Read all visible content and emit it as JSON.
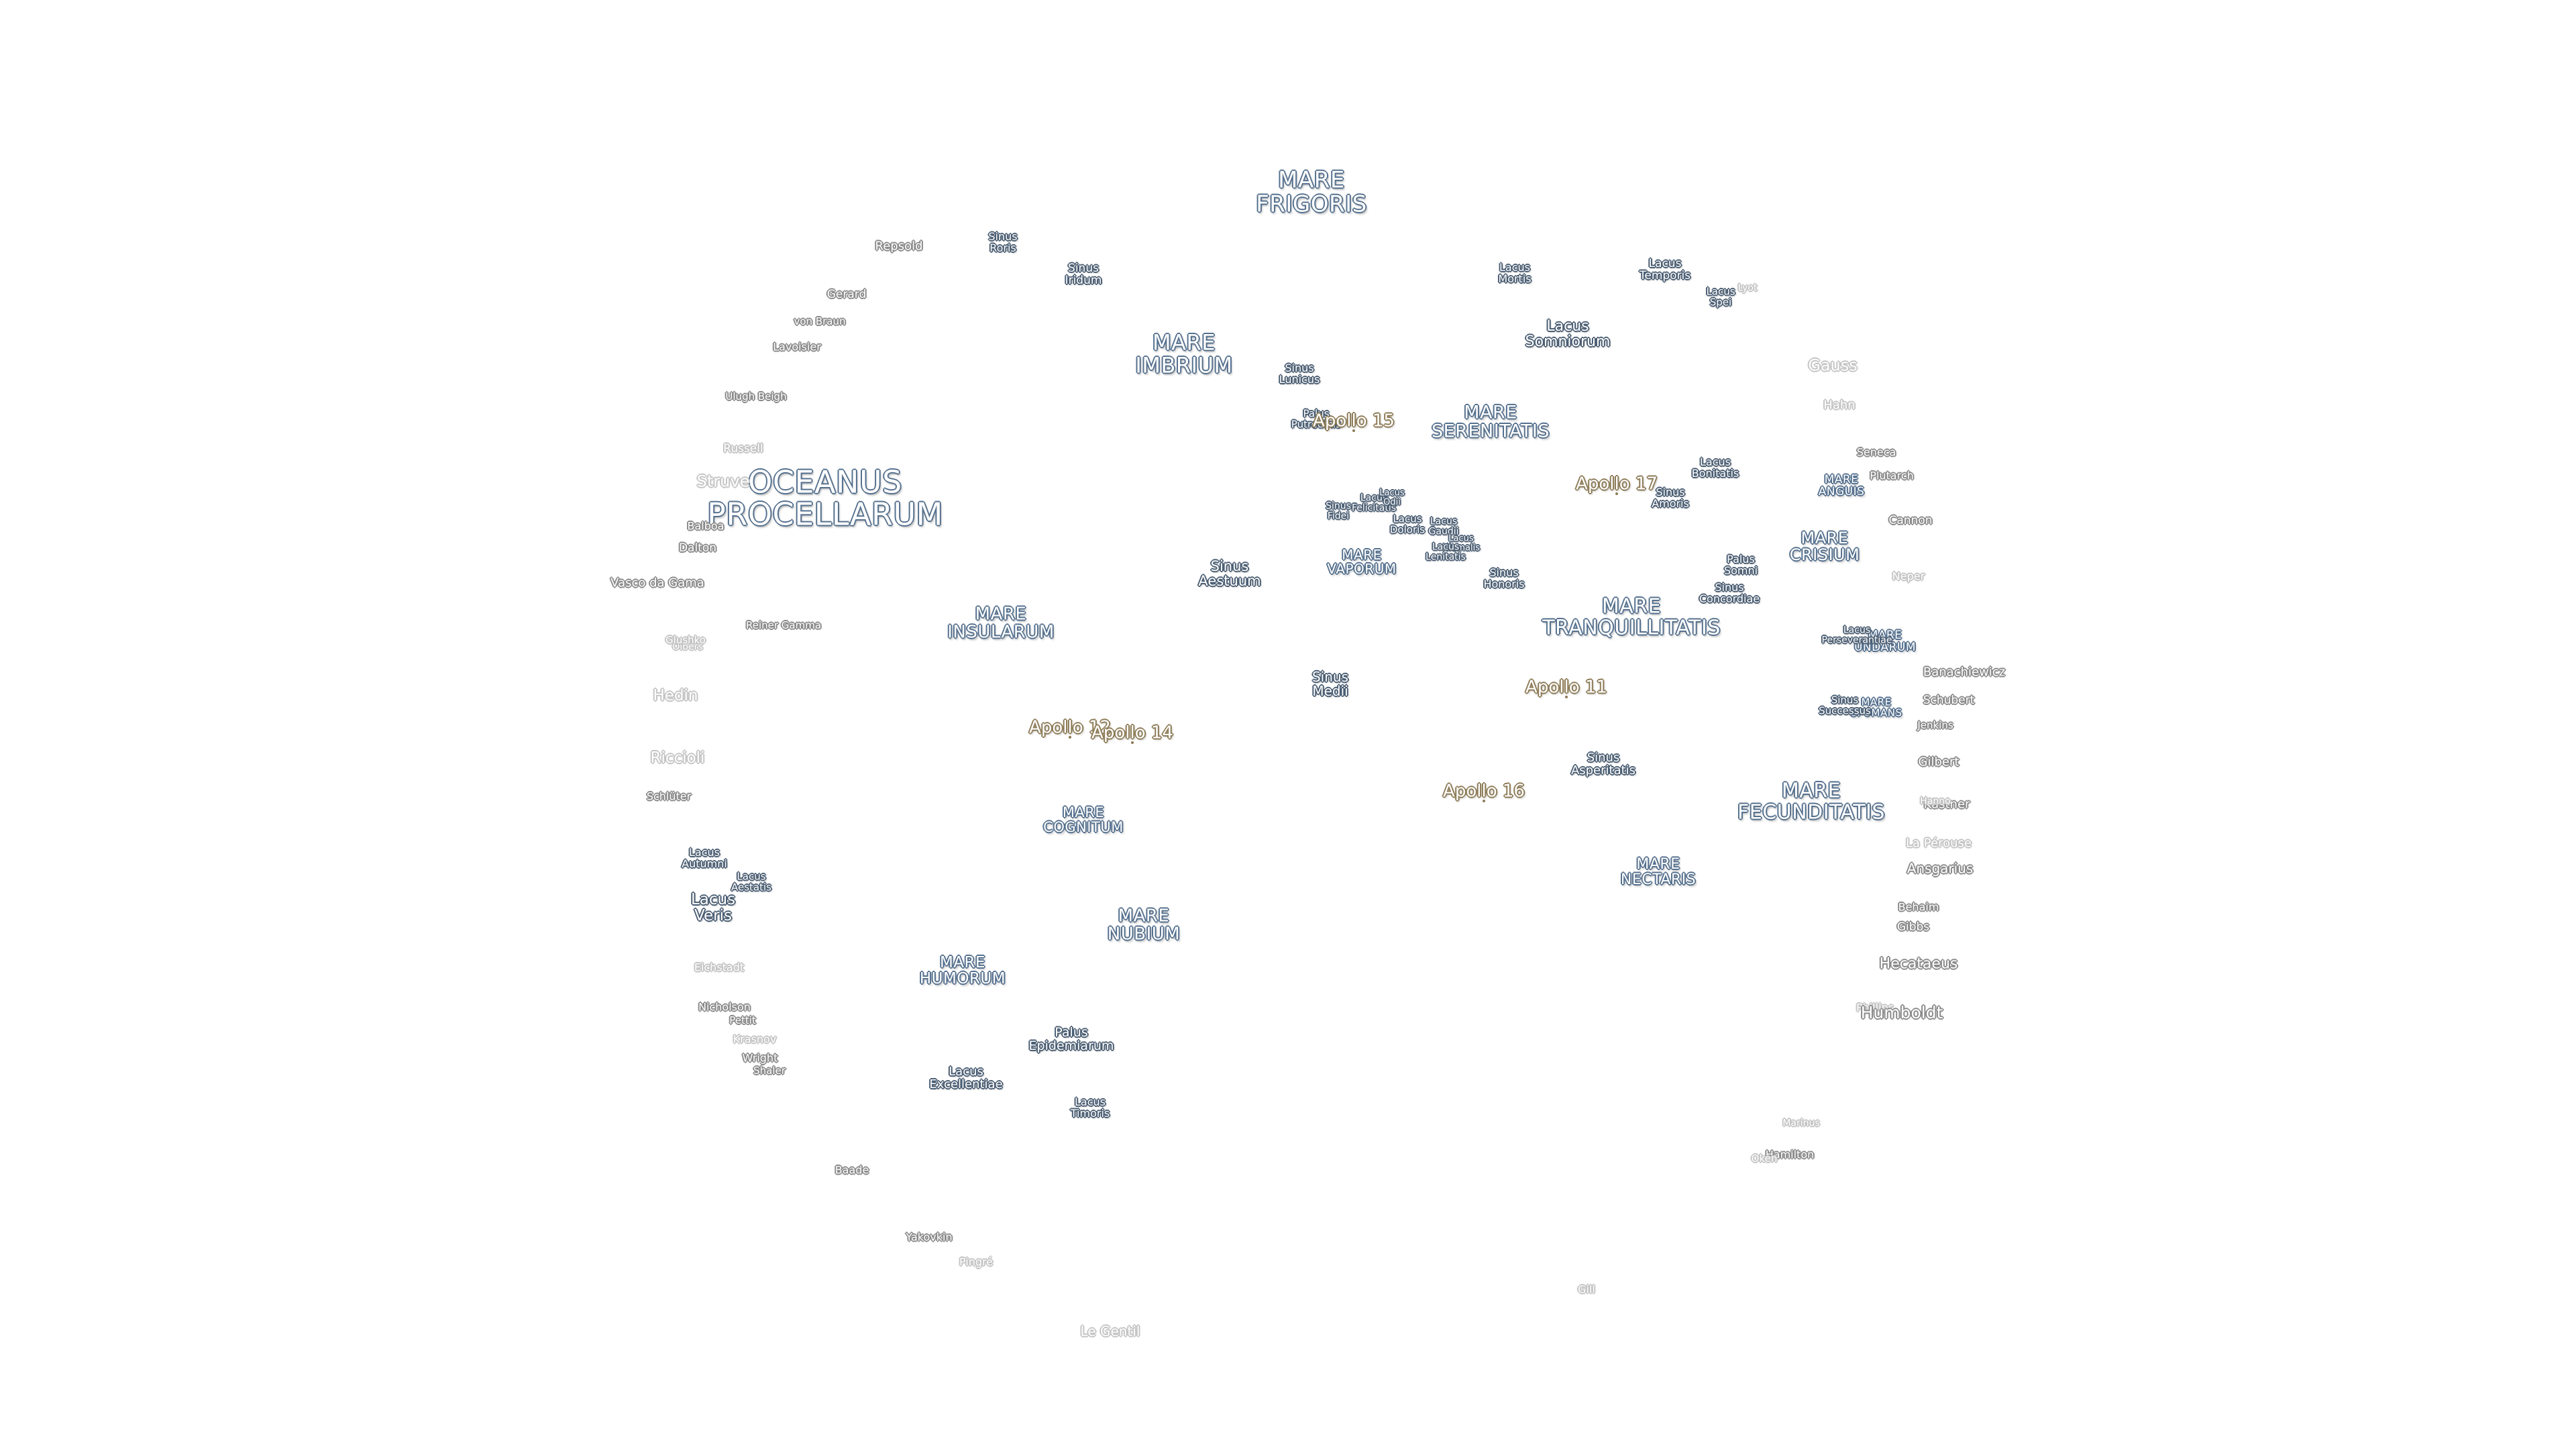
{
  "colors": {
    "mare_outline": "#55708e",
    "minor_outline": "#4b5e73",
    "crater_outline": "#8a8a8a",
    "crater_faint_outline": "#c4c4c4",
    "apollo_outline": "#8c7a55",
    "background": "#ffffff"
  },
  "maria": [
    {
      "id": "mare-frigoris",
      "text": "MARE\nFRIGORIS"
    },
    {
      "id": "mare-imbrium",
      "text": "MARE\nIMBRIUM"
    },
    {
      "id": "mare-serenitatis",
      "text": "MARE\nSERENITATIS"
    },
    {
      "id": "oceanus-procellarum",
      "text": "OCEANUS\nPROCELLARUM"
    },
    {
      "id": "mare-insularum",
      "text": "MARE\nINSULARUM"
    },
    {
      "id": "mare-vaporum",
      "text": "MARE\nVAPORUM"
    },
    {
      "id": "mare-tranquillitatis",
      "text": "MARE\nTRANQUILLITATIS"
    },
    {
      "id": "mare-crisium",
      "text": "MARE\nCRISIUM"
    },
    {
      "id": "mare-anguis",
      "text": "MARE\nANGUIS"
    },
    {
      "id": "mare-undarum",
      "text": "MARE\nUNDARUM"
    },
    {
      "id": "mare-spumans",
      "text": "MARE\nSPUMANS"
    },
    {
      "id": "mare-fecunditatis",
      "text": "MARE\nFECUNDITATIS"
    },
    {
      "id": "mare-nectaris",
      "text": "MARE\nNECTARIS"
    },
    {
      "id": "mare-cognitum",
      "text": "MARE\nCOGNITUM"
    },
    {
      "id": "mare-nubium",
      "text": "MARE\nNUBIUM"
    },
    {
      "id": "mare-humorum",
      "text": "MARE\nHUMORUM"
    }
  ],
  "minor_features": [
    {
      "id": "sinus-roris",
      "text": "Sinus\nRoris"
    },
    {
      "id": "sinus-iridum",
      "text": "Sinus\nIridum"
    },
    {
      "id": "lacus-mortis",
      "text": "Lacus\nMortis"
    },
    {
      "id": "lacus-temporis",
      "text": "Lacus\nTemporis"
    },
    {
      "id": "lacus-spei",
      "text": "Lacus\nSpei"
    },
    {
      "id": "lacus-somniorum",
      "text": "Lacus\nSomniorum"
    },
    {
      "id": "sinus-lunicus",
      "text": "Sinus\nLunicus"
    },
    {
      "id": "palus-putredinis",
      "text": "Palus\nPutredinis"
    },
    {
      "id": "lacus-bonitatis",
      "text": "Lacus\nBonitatis"
    },
    {
      "id": "sinus-amoris",
      "text": "Sinus\nAmoris"
    },
    {
      "id": "sinus-fidei",
      "text": "Sinus\nFidei"
    },
    {
      "id": "lacus-felicitatis",
      "text": "Lacus\nFelicitatis"
    },
    {
      "id": "lacus-odii",
      "text": "Lacus\nOdii"
    },
    {
      "id": "lacus-doloris",
      "text": "Lacus\nDoloris"
    },
    {
      "id": "lacus-gaudii",
      "text": "Lacus\nGaudii"
    },
    {
      "id": "lacus-hiemalis",
      "text": "Lacus\nHiemalis"
    },
    {
      "id": "lacus-lenitatis",
      "text": "Lacus\nLenitatis"
    },
    {
      "id": "sinus-aestuum",
      "text": "Sinus\nAestuum"
    },
    {
      "id": "sinus-honoris",
      "text": "Sinus\nHonoris"
    },
    {
      "id": "palus-somni",
      "text": "Palus\nSomni"
    },
    {
      "id": "sinus-concordiae",
      "text": "Sinus\nConcordiae"
    },
    {
      "id": "lacus-perseverantiae",
      "text": "Lacus\nPerseverantiae"
    },
    {
      "id": "sinus-medii",
      "text": "Sinus\nMedii"
    },
    {
      "id": "sinus-successus",
      "text": "Sinus\nSuccessus"
    },
    {
      "id": "sinus-asperitatis",
      "text": "Sinus\nAsperitatis"
    },
    {
      "id": "lacus-autumni",
      "text": "Lacus\nAutumni"
    },
    {
      "id": "lacus-aestatis",
      "text": "Lacus\nAestatis"
    },
    {
      "id": "lacus-veris",
      "text": "Lacus\nVeris"
    },
    {
      "id": "palus-epidemiarum",
      "text": "Palus\nEpidemiarum"
    },
    {
      "id": "lacus-excellentiae",
      "text": "Lacus\nExcellentiae"
    },
    {
      "id": "lacus-timoris",
      "text": "Lacus\nTimoris"
    }
  ],
  "craters": [
    {
      "id": "repsold",
      "text": "Repsold"
    },
    {
      "id": "gerard",
      "text": "Gerard"
    },
    {
      "id": "von-braun",
      "text": "von Braun"
    },
    {
      "id": "lavoisier",
      "text": "Lavoisier"
    },
    {
      "id": "ulugh-beigh",
      "text": "Ulugh Beigh"
    },
    {
      "id": "russell",
      "text": "Russell"
    },
    {
      "id": "struve",
      "text": "Struve"
    },
    {
      "id": "balboa",
      "text": "Balboa"
    },
    {
      "id": "dalton",
      "text": "Dalton"
    },
    {
      "id": "vasco-da-gama",
      "text": "Vasco da Gama"
    },
    {
      "id": "reiner-gamma",
      "text": "Reiner Gamma"
    },
    {
      "id": "olbers",
      "text": "Olbers"
    },
    {
      "id": "glushko",
      "text": "Glushko"
    },
    {
      "id": "hedin",
      "text": "Hedin"
    },
    {
      "id": "riccioli",
      "text": "Riccioli"
    },
    {
      "id": "schluter",
      "text": "Schlüter"
    },
    {
      "id": "eichstadt",
      "text": "Eichstadt"
    },
    {
      "id": "nicholson",
      "text": "Nicholson"
    },
    {
      "id": "pettit",
      "text": "Pettit"
    },
    {
      "id": "krasnov",
      "text": "Krasnov"
    },
    {
      "id": "wright",
      "text": "Wright"
    },
    {
      "id": "shaler",
      "text": "Shaler"
    },
    {
      "id": "baade",
      "text": "Baade"
    },
    {
      "id": "yakovkin",
      "text": "Yakovkin"
    },
    {
      "id": "pingre",
      "text": "Pingré"
    },
    {
      "id": "le-gentil",
      "text": "Le Gentil"
    },
    {
      "id": "gill",
      "text": "Gill"
    },
    {
      "id": "gauss",
      "text": "Gauss"
    },
    {
      "id": "hahn",
      "text": "Hahn"
    },
    {
      "id": "seneca",
      "text": "Seneca"
    },
    {
      "id": "plutarch",
      "text": "Plutarch"
    },
    {
      "id": "cannon",
      "text": "Cannon"
    },
    {
      "id": "neper",
      "text": "Neper"
    },
    {
      "id": "banachiewicz",
      "text": "Banachiewicz"
    },
    {
      "id": "schubert",
      "text": "Schubert"
    },
    {
      "id": "jenkins",
      "text": "Jenkins"
    },
    {
      "id": "gilbert",
      "text": "Gilbert"
    },
    {
      "id": "kastner",
      "text": "Kästner"
    },
    {
      "id": "la-perouse",
      "text": "La Pérouse"
    },
    {
      "id": "ansgarius",
      "text": "Ansgarius"
    },
    {
      "id": "behaim",
      "text": "Behaim"
    },
    {
      "id": "gibbs",
      "text": "Gibbs"
    },
    {
      "id": "hecataeus",
      "text": "Hecataeus"
    },
    {
      "id": "phillips",
      "text": "Phillips"
    },
    {
      "id": "humboldt",
      "text": "Humboldt"
    },
    {
      "id": "hanno",
      "text": "Hanno"
    },
    {
      "id": "marinus",
      "text": "Marinus"
    },
    {
      "id": "hamilton",
      "text": "Hamilton"
    },
    {
      "id": "oken",
      "text": "Oken"
    },
    {
      "id": "lyot",
      "text": "Lyot"
    }
  ],
  "apollo_sites": [
    {
      "id": "apollo-15",
      "text": "Apollo 15"
    },
    {
      "id": "apollo-17",
      "text": "Apollo 17"
    },
    {
      "id": "apollo-11",
      "text": "Apollo 11"
    },
    {
      "id": "apollo-12",
      "text": "Apollo 12"
    },
    {
      "id": "apollo-14",
      "text": "Apollo 14"
    },
    {
      "id": "apollo-16",
      "text": "Apollo 16"
    }
  ]
}
